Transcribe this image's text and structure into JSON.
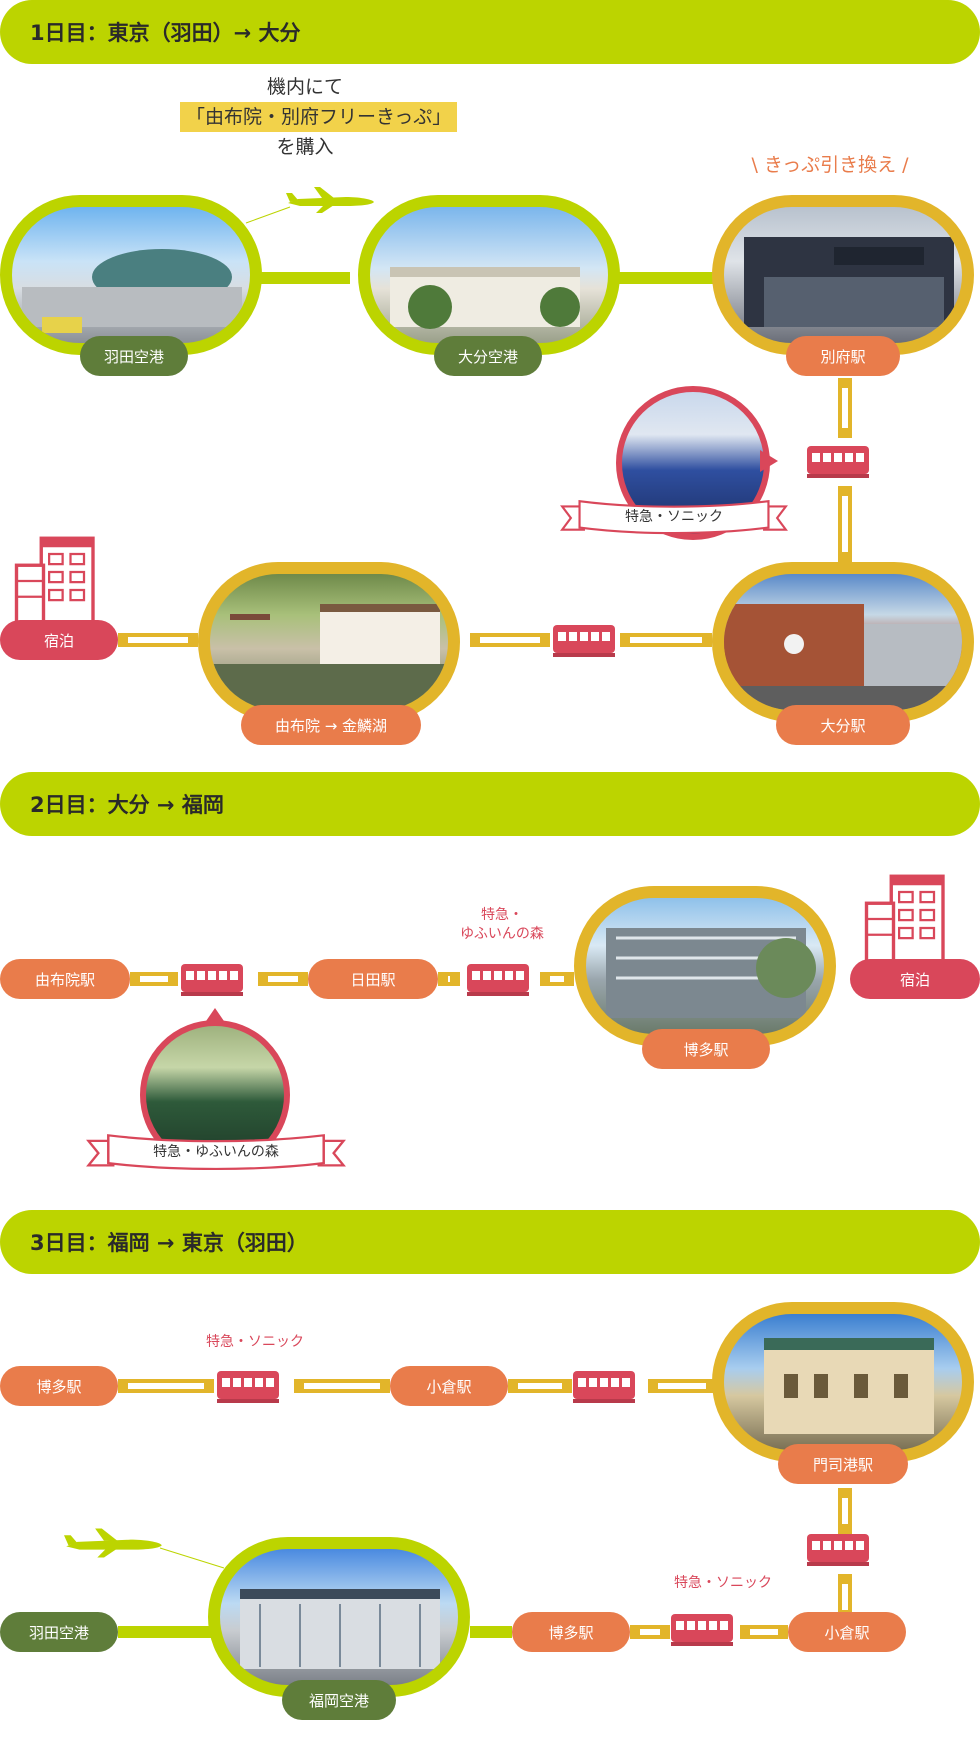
{
  "day1": {
    "title": "1日目：東京（羽田）→ 大分",
    "note_line1": "機内にて",
    "note_line2": "「由布院・別府フリーきっぷ」",
    "note_line3": "を購入",
    "exchange_note": "\\ きっぷ引き換え /",
    "stations": {
      "haneda": "羽田空港",
      "oita_airport": "大分空港",
      "beppu": "別府駅",
      "oita": "大分駅",
      "yufuin": "由布院 → 金鱗湖",
      "stay": "宿泊"
    },
    "train_name": "特急・ソニック"
  },
  "day2": {
    "title": "2日目：大分 → 福岡",
    "stations": {
      "yufuin": "由布院駅",
      "hita": "日田駅",
      "hakata": "博多駅",
      "stay": "宿泊"
    },
    "train_label_line1": "特急・",
    "train_label_line2": "ゆふいんの森",
    "train_name": "特急・ゆふいんの森"
  },
  "day3": {
    "title": "3日目：福岡 → 東京（羽田）",
    "stations": {
      "hakata": "博多駅",
      "kokura": "小倉駅",
      "mojiko": "門司港駅",
      "kokura2": "小倉駅",
      "hakata2": "博多駅",
      "fukuoka_airport": "福岡空港",
      "haneda": "羽田空港"
    },
    "train_label_top": "特急・ソニック",
    "train_label_bottom": "特急・ソニック"
  },
  "colors": {
    "green": "#bcd400",
    "yellow": "#e2b52a",
    "red": "#d9475a",
    "orange": "#e97c4b",
    "dark_green": "#5f7d3a"
  }
}
